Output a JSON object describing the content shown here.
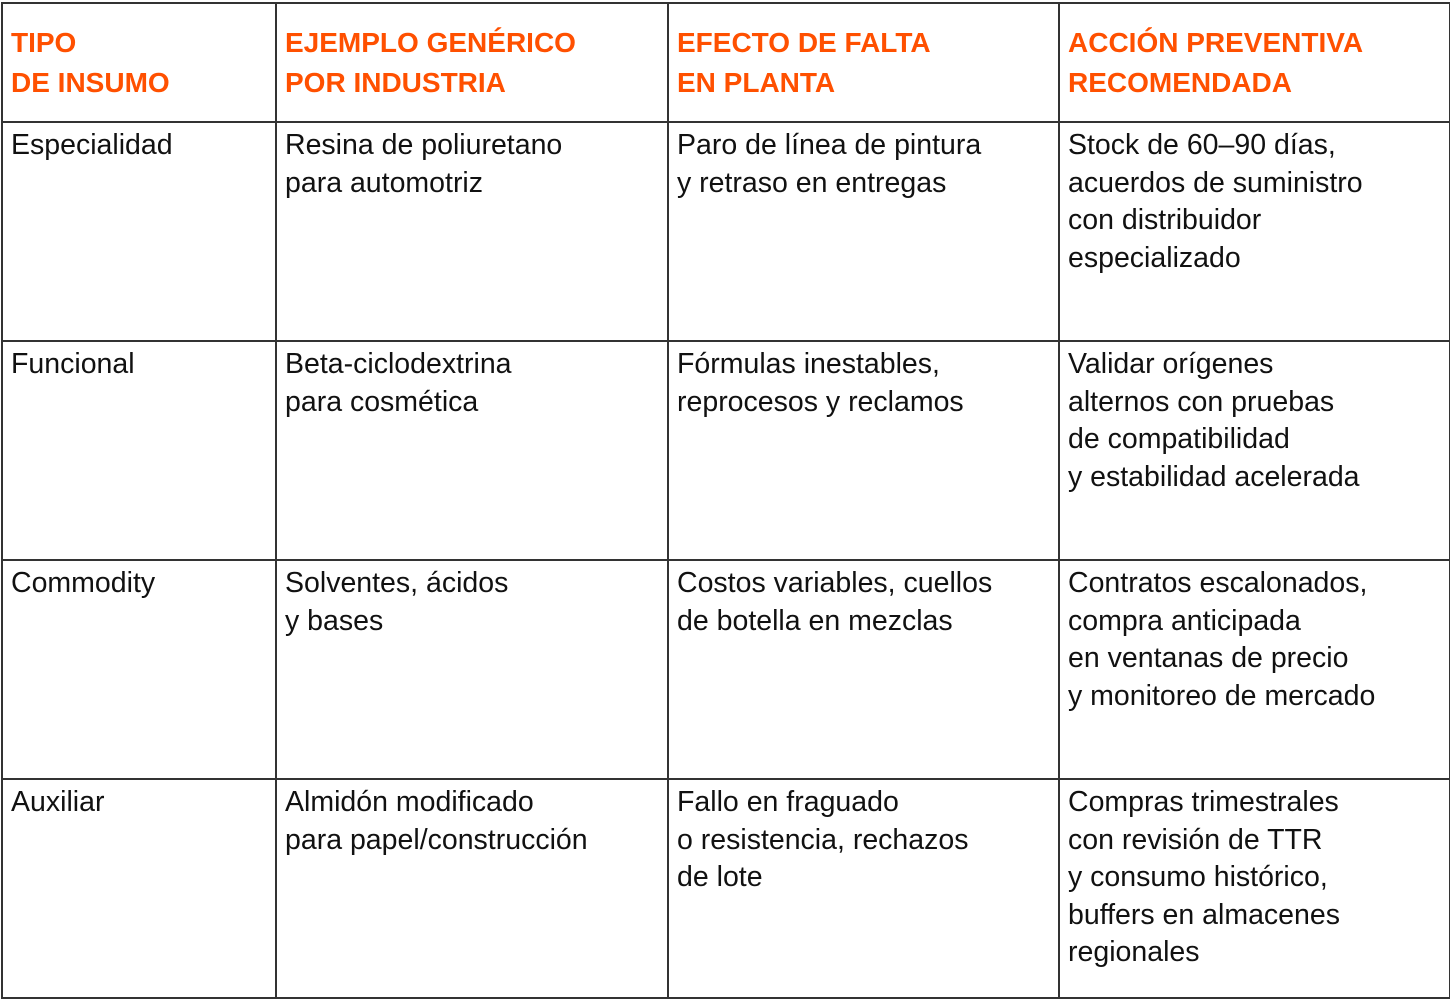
{
  "table": {
    "headers": [
      "TIPO\nDE INSUMO",
      "EJEMPLO GENÉRICO\nPOR INDUSTRIA",
      "EFECTO DE FALTA\nEN PLANTA",
      "ACCIÓN PREVENTIVA\nRECOMENDADA"
    ],
    "rows": [
      [
        "Especialidad",
        "Resina de poliuretano\npara automotriz",
        "Paro de línea de pintura\ny retraso en entregas",
        "Stock de 60–90 días,\nacuerdos de suministro\ncon distribuidor\nespecializado"
      ],
      [
        "Funcional",
        "Beta-ciclodextrina\npara cosmética",
        "Fórmulas inestables,\nreprocesos y reclamos",
        "Validar orígenes\nalternos con pruebas\nde compatibilidad\ny estabilidad acelerada"
      ],
      [
        "Commodity",
        "Solventes, ácidos\ny bases",
        "Costos variables, cuellos\nde botella en mezclas",
        "Contratos escalonados,\ncompra anticipada\nen ventanas de precio\ny monitoreo de mercado"
      ],
      [
        "Auxiliar",
        "Almidón modificado\npara papel/construcción",
        "Fallo en fraguado\no resistencia, rechazos\nde lote",
        "Compras trimestrales\ncon revisión de TTR\ny consumo histórico,\nbuffers en almacenes\nregionales"
      ]
    ]
  },
  "colors": {
    "header_text": "#ff5000",
    "border": "#333333"
  }
}
